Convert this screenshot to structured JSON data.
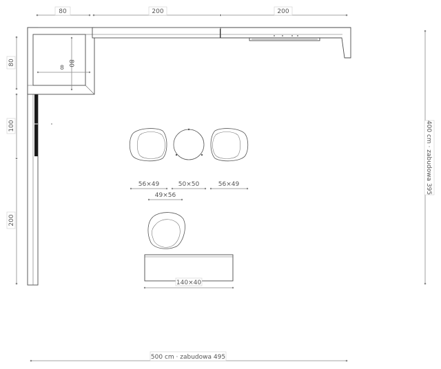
{
  "dimensions": {
    "top_left": "80",
    "top_mid": "200",
    "top_right": "200",
    "left_upper": "80",
    "left_mid": "100",
    "left_lower": "200",
    "corner_inner_h": "8",
    "corner_inner_v": "80",
    "chair1": "56×49",
    "chair2": "50×50",
    "chair3": "56×49",
    "chair4": "49×56",
    "bench": "140×40",
    "total_width": "500 cm · zabudowa 495",
    "total_height": "400 cm · zabudowa 395"
  },
  "colors": {
    "outline": "#4a4a4a",
    "window": "#1a1a1a",
    "dimension": "#888888"
  }
}
